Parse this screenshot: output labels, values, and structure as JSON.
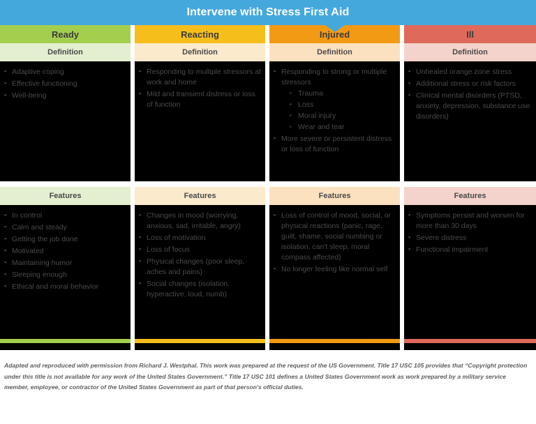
{
  "header": {
    "title": "Intervene with Stress First Aid",
    "bar_color": "#45a8dd",
    "pointer_target": "Injured"
  },
  "labels": {
    "definition": "Definition",
    "features": "Features"
  },
  "columns": [
    {
      "name": "Ready",
      "accent_color": "#A3CE4E",
      "tint_color": "#E4EFD0",
      "definition_label": "Definition",
      "definition_items": [
        {
          "text": "Adaptive coping"
        },
        {
          "text": "Effective functioning"
        },
        {
          "text": "Well-being"
        }
      ],
      "features_label": "Features",
      "features_items": [
        {
          "text": "In control"
        },
        {
          "text": "Calm and steady"
        },
        {
          "text": "Getting the job done"
        },
        {
          "text": "Motivated"
        },
        {
          "text": "Maintaining humor"
        },
        {
          "text": "Sleeping enough"
        },
        {
          "text": "Ethical and moral behavior"
        }
      ]
    },
    {
      "name": "Reacting",
      "accent_color": "#F6BE1A",
      "tint_color": "#FBEACC",
      "definition_label": "Definition",
      "definition_items": [
        {
          "text": "Responding to multiple stressors at work and home"
        },
        {
          "text": "Mild and transient distress or loss of function"
        }
      ],
      "features_label": "Features",
      "features_items": [
        {
          "text": "Changes in mood (worrying, anxious, sad, irritable, angry)"
        },
        {
          "text": "Loss of motivation"
        },
        {
          "text": "Loss of focus"
        },
        {
          "text": "Physical changes (poor sleep, aches and pains)"
        },
        {
          "text": "Social changes (isolation, hyperactive, loud, numb)"
        }
      ]
    },
    {
      "name": "Injured",
      "accent_color": "#F39A14",
      "tint_color": "#FCE1C0",
      "definition_label": "Definition",
      "definition_items": [
        {
          "text": "Responding to strong or multiple stressors",
          "sub_items": [
            {
              "text": "Trauma"
            },
            {
              "text": "Loss"
            },
            {
              "text": "Moral injury"
            },
            {
              "text": "Wear and tear"
            }
          ]
        },
        {
          "text": "More severe or persistent distress or loss of function"
        }
      ],
      "features_label": "Features",
      "features_items": [
        {
          "text": "Loss of control of mood, social, or physical reactions (panic, rage, guilt, shame, social numbing or isolation, can't sleep, moral compass affected)"
        },
        {
          "text": "No longer feeling like normal self"
        }
      ]
    },
    {
      "name": "Ill",
      "accent_color": "#DF6A5B",
      "tint_color": "#F3D3CB",
      "definition_label": "Definition",
      "definition_items": [
        {
          "text": "Unhealed orange zone stress"
        },
        {
          "text": "Additional stress or risk factors"
        },
        {
          "text": "Clinical mental disorders (PTSD, anxiety, depression, substance use disorders)"
        }
      ],
      "features_label": "Features",
      "features_items": [
        {
          "text": "Symptoms persist and worsen for more than 30 days"
        },
        {
          "text": "Severe distress"
        },
        {
          "text": "Functional impairment"
        }
      ]
    }
  ],
  "footer": {
    "text": "Adapted and reproduced with permission from Richard J. Westphal. This work was prepared at the request of the US Government. Title 17 USC 105 provides that “Copyright protection under this title is not available for any work of the United States Government.” Title 17 USC 101 defines a United States Government work as work prepared by a military service member, employee, or contractor of the United States Government as part of that person's official duties."
  }
}
